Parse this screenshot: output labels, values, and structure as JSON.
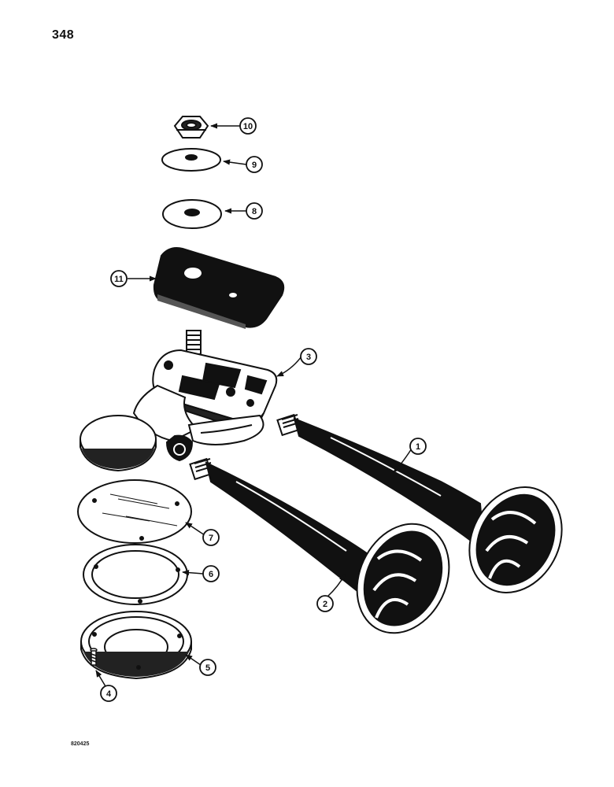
{
  "page": {
    "number": "348",
    "drawing_code": "820425"
  },
  "callouts": [
    {
      "id": "1",
      "part": "trumpet-long"
    },
    {
      "id": "2",
      "part": "trumpet-short"
    },
    {
      "id": "3",
      "part": "horn-body"
    },
    {
      "id": "4",
      "part": "screw"
    },
    {
      "id": "5",
      "part": "cover-cup"
    },
    {
      "id": "6",
      "part": "gasket"
    },
    {
      "id": "7",
      "part": "diaphragm"
    },
    {
      "id": "8",
      "part": "washer-lower"
    },
    {
      "id": "9",
      "part": "washer-upper"
    },
    {
      "id": "10",
      "part": "nut"
    },
    {
      "id": "11",
      "part": "mounting-plate"
    }
  ]
}
